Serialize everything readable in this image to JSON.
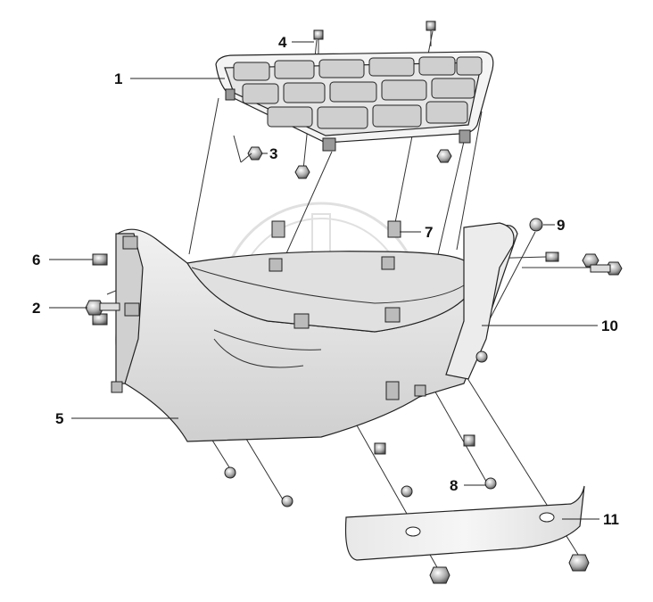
{
  "callouts": [
    {
      "id": "1",
      "label": "1"
    },
    {
      "id": "2",
      "label": "2"
    },
    {
      "id": "3",
      "label": "3"
    },
    {
      "id": "4",
      "label": "4"
    },
    {
      "id": "5",
      "label": "5"
    },
    {
      "id": "6",
      "label": "6"
    },
    {
      "id": "7",
      "label": "7"
    },
    {
      "id": "8",
      "label": "8"
    },
    {
      "id": "9",
      "label": "9"
    },
    {
      "id": "10",
      "label": "10"
    },
    {
      "id": "11",
      "label": "11"
    }
  ],
  "colors": {
    "line": "#222222",
    "fill_light": "#eeeeee",
    "fill_mid": "#d9d9d9",
    "fill_dark": "#b0b0b0",
    "watermark": "#c8c8c8"
  }
}
